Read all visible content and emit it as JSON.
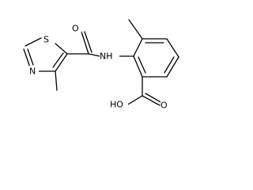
{
  "molecule": {
    "atoms": {
      "S": "S",
      "N_thiazole": "N",
      "O_amide": "O",
      "NH": "NH",
      "OH": "HO",
      "O_acid": "O"
    }
  }
}
